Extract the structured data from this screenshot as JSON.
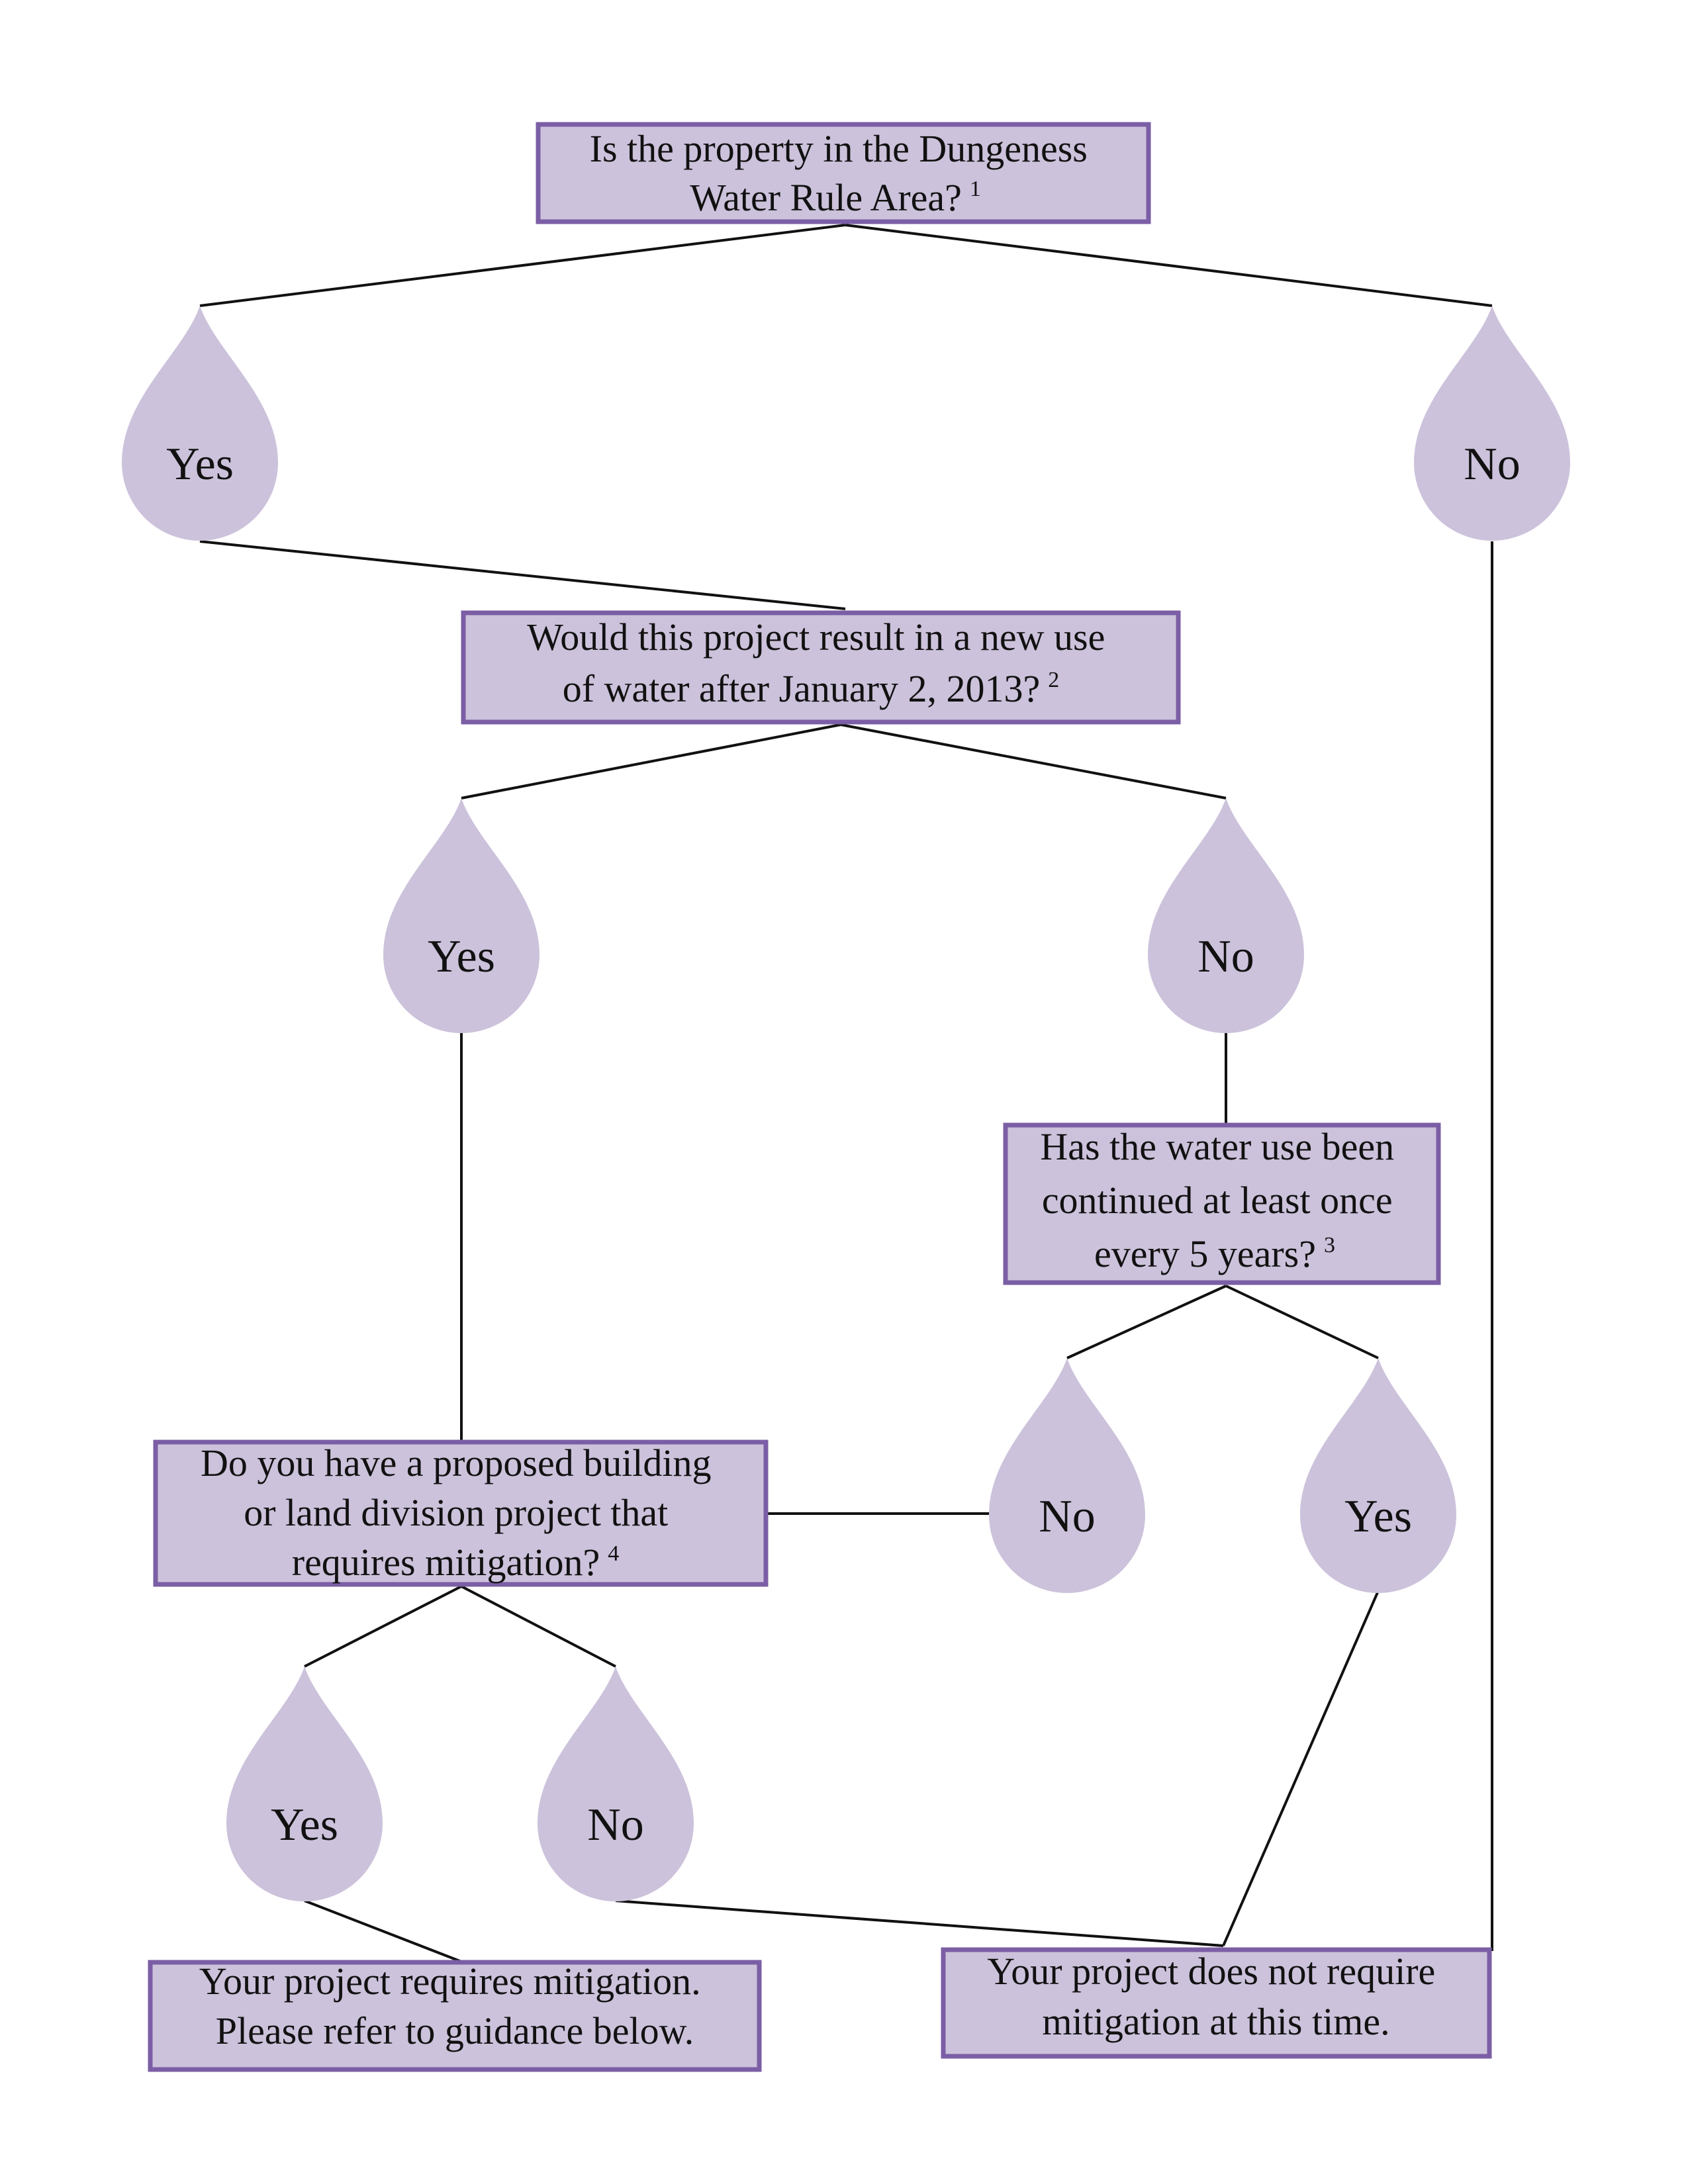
{
  "colors": {
    "fill": "#ccc2db",
    "border": "#7b5ea5",
    "line": "#111111",
    "text": "#111111"
  },
  "boxes": {
    "q1": {
      "lines": [
        "Is the property in the Dungeness",
        "Water Rule Area?"
      ],
      "footnote": "1"
    },
    "q2": {
      "lines": [
        "Would this project result in a new use",
        "of water after January 2, 2013?"
      ],
      "footnote": "2"
    },
    "q3": {
      "lines": [
        "Has the water use been",
        "continued at least once",
        "every 5 years?"
      ],
      "footnote": "3"
    },
    "q4": {
      "lines": [
        "Do you have a proposed building",
        "or land division project that",
        "requires mitigation?"
      ],
      "footnote": "4"
    },
    "r1": {
      "lines": [
        "Your project requires mitigation.",
        "Please refer to guidance below."
      ],
      "footnote": ""
    },
    "r2": {
      "lines": [
        "Your project does not require",
        "mitigation at this time."
      ],
      "footnote": ""
    }
  },
  "answers": {
    "a1_yes": "Yes",
    "a1_no": "No",
    "a2_yes": "Yes",
    "a2_no": "No",
    "a3_no": "No",
    "a3_yes": "Yes",
    "a4_yes": "Yes",
    "a4_no": "No"
  }
}
